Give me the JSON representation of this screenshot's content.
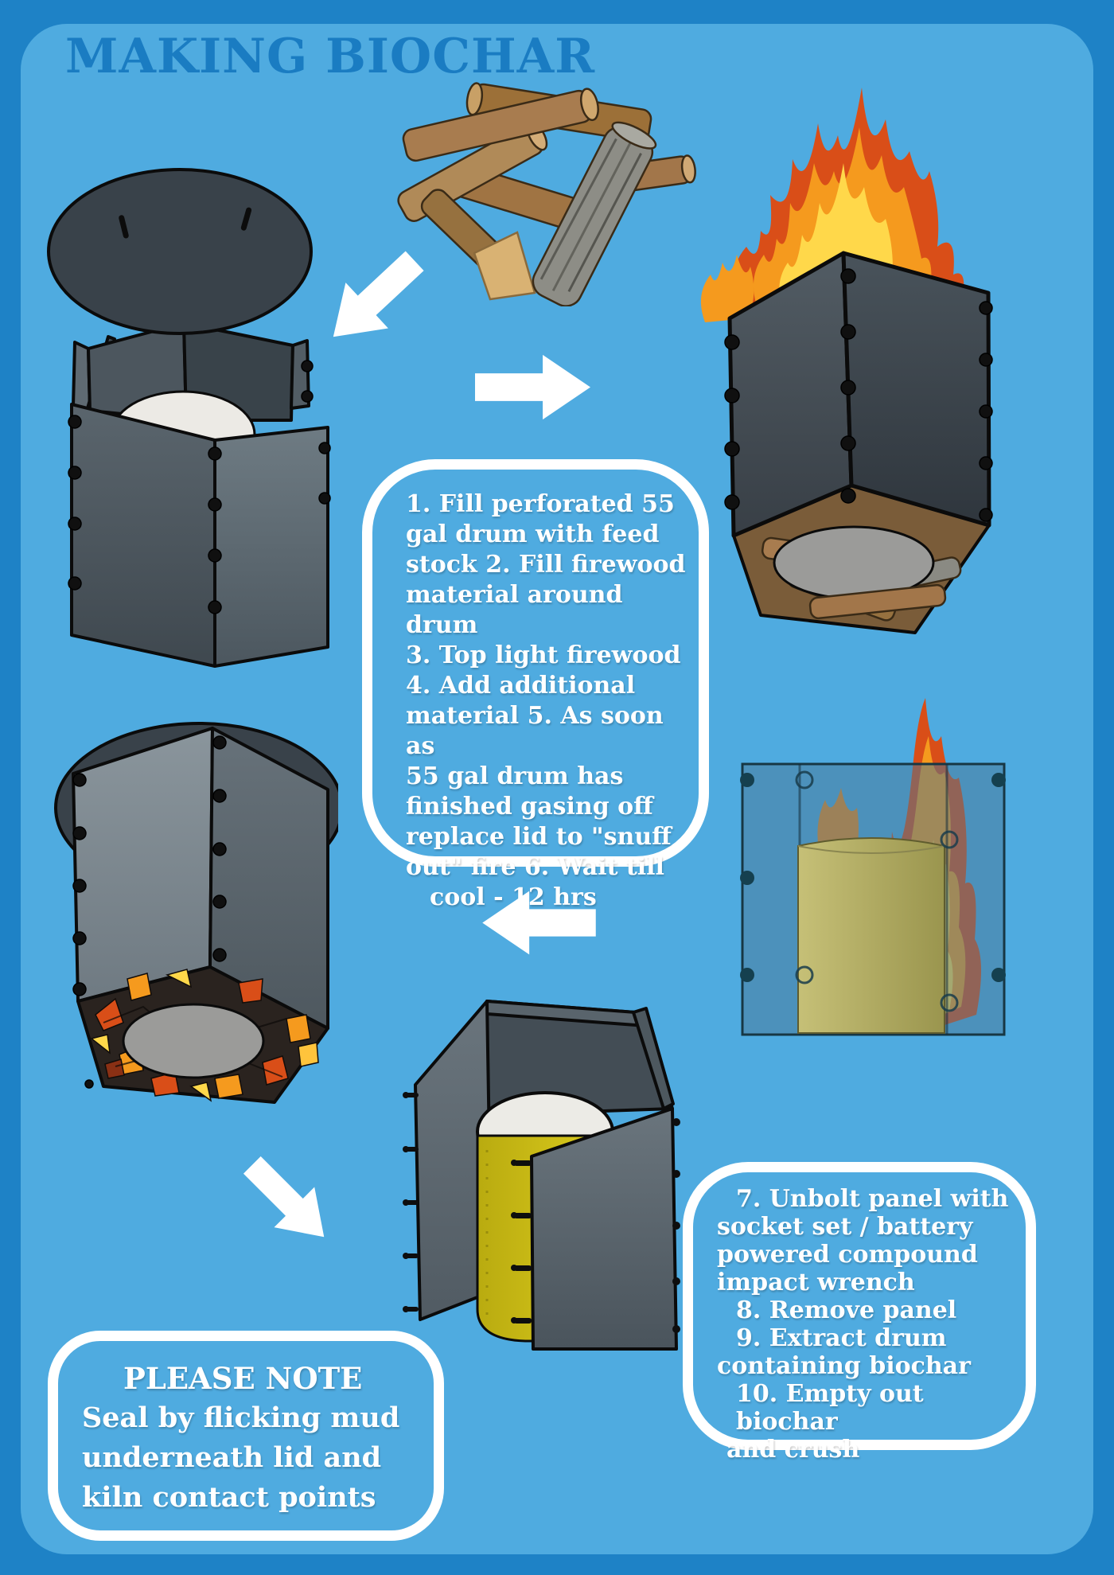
{
  "title": "MAKING BIOCHAR",
  "colors": {
    "page_border_blue": "#1e82c6",
    "panel_blue": "#4fabe0",
    "title_blue": "#1a7cc2",
    "box_border_white": "#ffffff",
    "text_white": "#ffffff",
    "kiln_dark_gray": "#49525a",
    "kiln_light_gray": "#7b8890",
    "lid_gray": "#39424a",
    "drum_yellow": "#d6c414",
    "drum_olive": "#b3ad62",
    "drum_top_white": "#eceae6",
    "drum_bottom_gray": "#9b9b99",
    "flame_red": "#d94e18",
    "flame_orange": "#f59a1e",
    "flame_yellow": "#ffd84a",
    "wood_brown": "#a87c4f",
    "bark_gray": "#8d8d86",
    "arrow_white": "#ffffff"
  },
  "steps_box_1_6": {
    "lines": [
      "1. Fill perforated 55",
      "gal drum with feed",
      "stock 2. Fill firewood",
      "material around drum",
      "3. Top light firewood",
      "4. Add additional",
      "material 5. As soon as",
      "55 gal drum has",
      "finished gasing off",
      "replace lid to \"snuff",
      "out\" fire 6. Wait till",
      "cool - 12 hrs"
    ]
  },
  "steps_box_7_10": {
    "lines": [
      "7. Unbolt panel with",
      "socket set / battery",
      "powered compound",
      "impact wrench",
      "8. Remove panel",
      "9. Extract drum",
      "containing biochar",
      "10. Empty out biochar",
      "and crush"
    ]
  },
  "note_box": {
    "heading": "PLEASE NOTE",
    "lines": [
      "Seal by flicking mud",
      "underneath lid and",
      "kiln contact points"
    ]
  },
  "icons": {
    "arrows": [
      "arrow-down-left",
      "arrow-right",
      "arrow-left",
      "arrow-down-right"
    ]
  }
}
